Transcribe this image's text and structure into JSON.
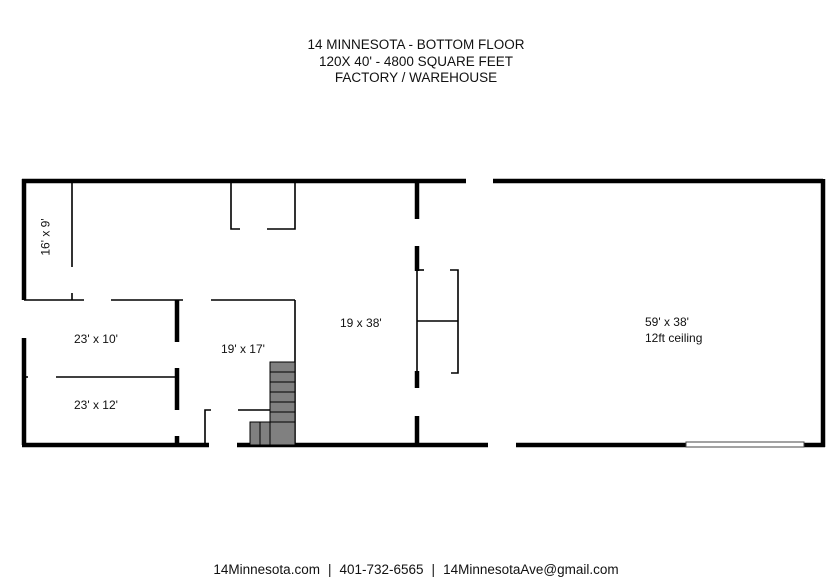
{
  "header": {
    "line1": "14 MINNESOTA - BOTTOM FLOOR",
    "line2": "120X 40' - 4800 SQUARE FEET",
    "line3": "FACTORY / WAREHOUSE"
  },
  "rooms": [
    {
      "id": "closet",
      "label": "16' x 9'"
    },
    {
      "id": "office-a",
      "label": "23' x 10'"
    },
    {
      "id": "office-b",
      "label": "23' x 12'"
    },
    {
      "id": "stair-room",
      "label": "19' x 17'"
    },
    {
      "id": "middle-space",
      "label": "19 x 38'"
    },
    {
      "id": "warehouse",
      "label": "59' x 38'",
      "note": "12ft ceiling"
    }
  ],
  "footer": {
    "website": "14Minnesota.com",
    "phone": "401-732-6565",
    "email": "14MinnesotaAve@gmail.com",
    "separator": "|"
  },
  "colors": {
    "wall": "#000000",
    "stairs": "#808080",
    "background": "#ffffff"
  }
}
